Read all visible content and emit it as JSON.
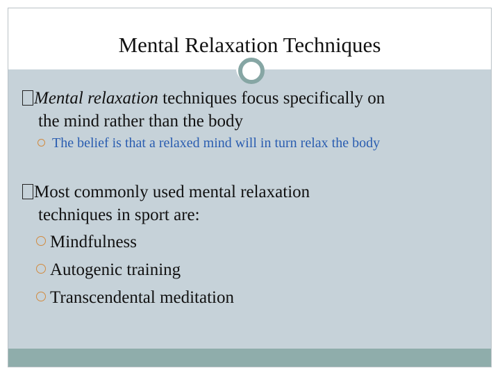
{
  "slide": {
    "title": "Mental Relaxation Techniques",
    "bullet1": {
      "emphasis": "Mental relaxation",
      "rest_line1": " techniques focus specifically on",
      "line2": "the mind rather than the body",
      "sub": "The belief is that a relaxed mind will in turn relax the body"
    },
    "bullet2": {
      "line1": "Most commonly used mental relaxation",
      "line2": "techniques in sport are:",
      "items": [
        "Mindfulness",
        "Autogenic training",
        "Transcendental meditation"
      ]
    }
  },
  "colors": {
    "content_bg": "#c6d2d9",
    "accent_teal": "#86a6a4",
    "footer": "#8fadab",
    "sub_text_blue": "#2a5db0",
    "bullet_ring": "#d28a3e"
  }
}
